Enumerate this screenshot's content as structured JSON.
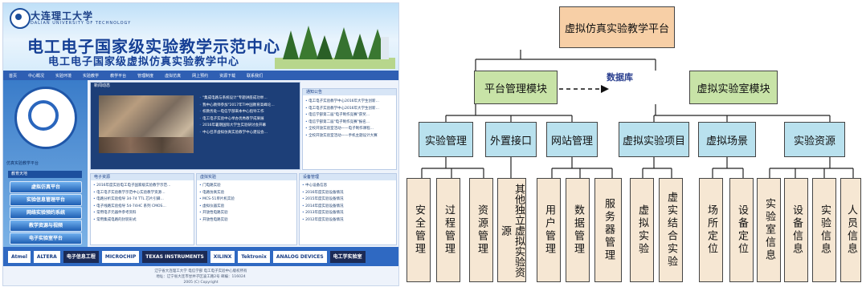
{
  "website": {
    "university_name": "大连理工大学",
    "university_sub": "DALIAN UNIVERSITY OF TECHNOLOGY",
    "title_main": "电工电子国家级实验教学示范中心",
    "title_sub": "电工电子国家级虚拟仿真实验教学中心",
    "nav": [
      "首页",
      "中心概况",
      "实验环境",
      "实验教学",
      "教学平台",
      "管理制度",
      "虚拟仿真",
      "网上预约",
      "资源下载",
      "联系我们"
    ],
    "side_caption": "仿真实验教学平台",
    "side_head": "教育天地",
    "side_buttons": [
      "虚拟仿真平台",
      "实验信息管理平台",
      "网络实验预约系统",
      "教学资源与视频",
      "电子实验室平台"
    ],
    "news_panel": {
      "head": "新闻动态",
      "items": [
        "\"集成电路与系统设计\"专题讲座成功举…",
        "我中心教师参加\"2017年TI中国教育高峰论…",
        "校教务处一电信学部来本中心指导工作",
        "电工电子实验中心举办优秀教学成果展",
        "2016年暑期国际大学生实验研讨会开幕",
        "中心召开虚拟仿真实验教学中心建设会…"
      ]
    },
    "notice_panel": {
      "head": "通知公告",
      "items": [
        "电工电子实验教学中心2016年大学生创新…",
        "电工电子实验教学中心2016年大学生创新…",
        "电信学部第二届\"电子制作竞赛\"获奖…",
        "电信学部第二届\"电子制作竞赛\"报名…",
        "全校开放实验室活动——电子制作课程…",
        "全校开放实验室活动——手机主题设计大赛"
      ]
    },
    "bottom_panels": [
      {
        "head": "电子资源",
        "items": [
          "2016年度实验电工电子国家级实验教学示范…",
          "电工电子实验教学示范中心实验教学资源…",
          "电路分析实验指导 34-74 TTL 芯片引脚…",
          "电子线路实验指导 54-74HC 系列 CMOS…",
          "常用电子元器件参考资料",
          "常用集成电路的封装形式"
        ]
      },
      {
        "head": "虚拟实验",
        "items": [
          "门电路实验",
          "电路仿真实验",
          "MCS-51单片机实验",
          "虚拟仪器实验",
          "开放性电路实验",
          "开放性电路实验"
        ]
      },
      {
        "head": "设备管理",
        "items": [
          "中心设备信息",
          "2016年度实验设备情况",
          "2015年度实验设备情况",
          "2014年度实验设备情况",
          "2013年度实验设备情况",
          "2012年度实验设备情况"
        ]
      }
    ],
    "brands": [
      "Atmel",
      "ALTERA",
      "电子信息工程",
      "MICROCHIP",
      "TEXAS INSTRUMENTS",
      "XILINX",
      "Tektronix",
      "ANALOG DEVICES",
      "电工学实验室"
    ],
    "footer_lines": [
      "辽宁省大连理工大学 电信学部 电工电子实验中心版权所有",
      "地址：辽宁省大连市甘井子区凌工路2号 邮编：116024",
      "2005 (C) Copyright"
    ]
  },
  "diagram": {
    "root": "虚拟仿真实验教学平台",
    "link_label": "数据库",
    "modules": [
      {
        "label": "平台管理模块",
        "subs": [
          {
            "label": "实验管理",
            "leaves": [
              "安全管理",
              "过程管理",
              "资源管理"
            ]
          },
          {
            "label": "外置接口",
            "leaves": [
              "其他独立虚拟实验资源"
            ]
          },
          {
            "label": "网站管理",
            "leaves": [
              "用户管理",
              "数据管理",
              "服务器管理"
            ]
          }
        ]
      },
      {
        "label": "虚拟实验室模块",
        "subs": [
          {
            "label": "虚拟实验项目",
            "leaves": [
              "虚拟实验",
              "虚实结合实验"
            ]
          },
          {
            "label": "虚拟场景",
            "leaves": [
              "场所定位",
              "设备定位"
            ]
          },
          {
            "label": "实验资源",
            "leaves": [
              "实验室信息",
              "设备信息",
              "实验信息",
              "人员信息"
            ]
          }
        ]
      }
    ]
  }
}
